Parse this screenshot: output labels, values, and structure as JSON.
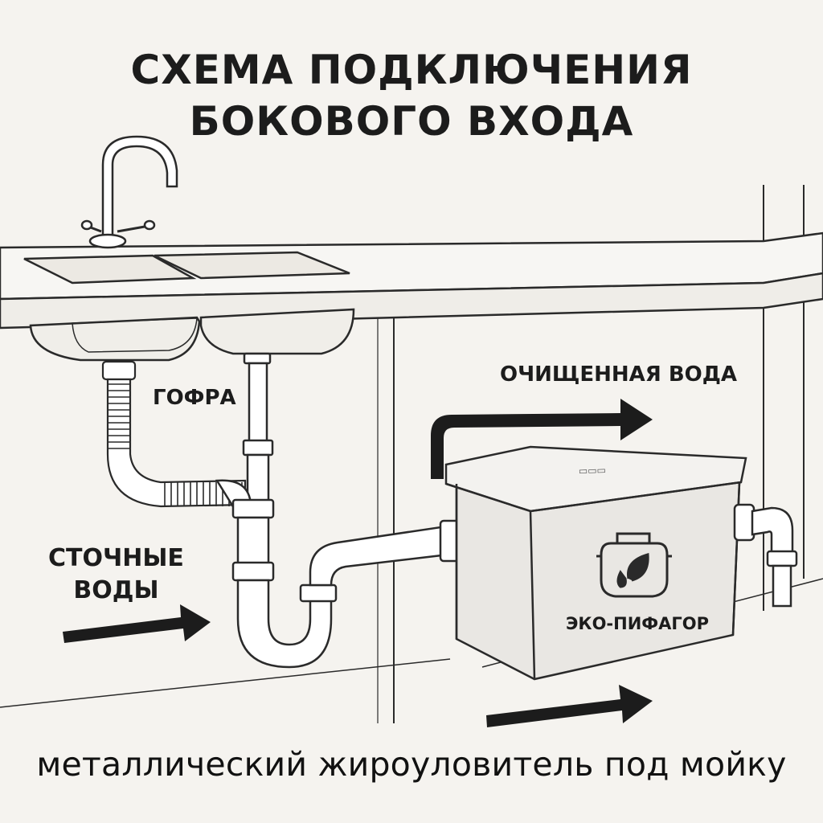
{
  "title": {
    "line1": "СХЕМА ПОДКЛЮЧЕНИЯ",
    "line2": "БОКОВОГО ВХОДА"
  },
  "labels": {
    "gofra": "ГОФРА",
    "clean_water": "ОЧИЩЕННАЯ ВОДА",
    "waste_water_line1": "СТОЧНЫЕ",
    "waste_water_line2": "ВОДЫ",
    "brand": "ЭКО-ПИФАГОР"
  },
  "caption": "металлический жироуловитель под мойку",
  "icons": [
    "faucet-icon",
    "grease-trap-leaf-drop-icon",
    "arrow-right-icon"
  ],
  "colors": {
    "background": "#f5f3ef",
    "ink": "#1c1c1c",
    "trap_body": "#e7e5e1",
    "pipe_fill": "#ffffff"
  }
}
